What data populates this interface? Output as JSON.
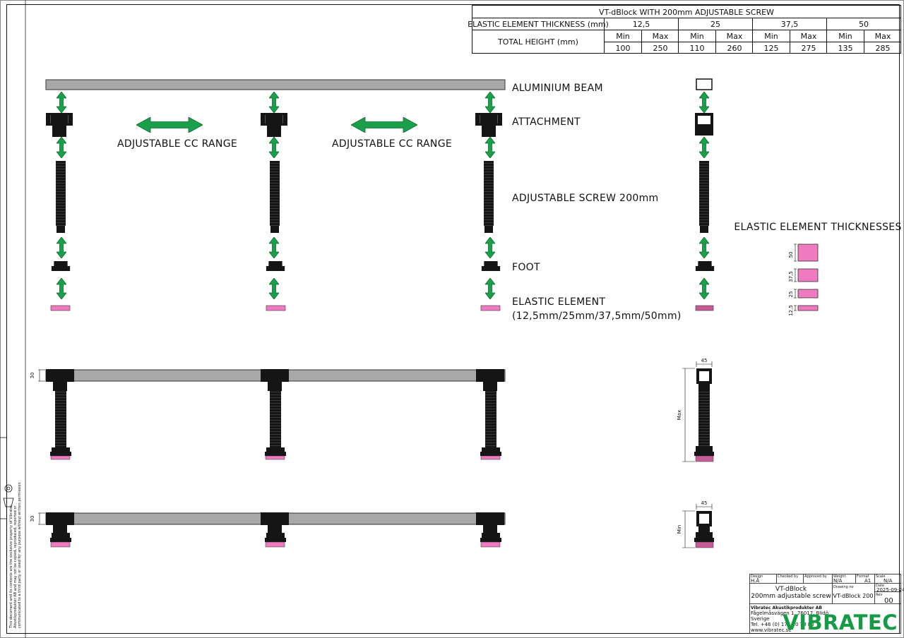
{
  "table": {
    "title": "VT-dBlock WITH 200mm ADJUSTABLE SCREW",
    "row1_label": "ELASTIC ELEMENT THICKNESS (mm)",
    "row2_label": "TOTAL HEIGHT (mm)",
    "min_label": "Min",
    "max_label": "Max",
    "columns": [
      {
        "thickness": "12,5",
        "min": "100",
        "max": "250"
      },
      {
        "thickness": "25",
        "min": "110",
        "max": "260"
      },
      {
        "thickness": "37,5",
        "min": "125",
        "max": "275"
      },
      {
        "thickness": "50",
        "min": "135",
        "max": "285"
      }
    ]
  },
  "labels": {
    "beam": "ALUMINIUM BEAM",
    "attachment": "ATTACHMENT",
    "cc_range": "ADJUSTABLE CC RANGE",
    "screw": "ADJUSTABLE SCREW 200mm",
    "foot": "FOOT",
    "elastic": "ELASTIC ELEMENT",
    "elastic_sizes": "(12,5mm/25mm/37,5mm/50mm)",
    "thicknesses_title": "ELASTIC ELEMENT THICKNESSES"
  },
  "thickness_samples": [
    "50",
    "37,5",
    "25",
    "12,5"
  ],
  "dims": {
    "beam_height": "30",
    "width_45": "45",
    "max": "Max",
    "min": "Min"
  },
  "title_block": {
    "design_label": "Design",
    "design_value": "H.Å",
    "checked_label": "Checked by",
    "approved_label": "Approved by",
    "weight_label": "Weight",
    "weight_value": "N/A",
    "format_label": "Format",
    "format_value": "A1",
    "scale_label": "Scale",
    "scale_value": "N/A",
    "title_line1": "VT-dBlock",
    "title_line2": "200mm adjustable screw",
    "drawing_label": "Drawing no",
    "drawing_value": "VT-dBlock 200",
    "date_label": "Date",
    "date_value": "2025-09-24",
    "rev_label": "Rev",
    "rev_value": "00",
    "company": "Vibratec Akustikprodukter AB",
    "address1": "Fågelmåsvägen 1, 76017, Blidö",
    "address2": "Sverige",
    "phone": "Tel. +46 (0) 176 20 78 80",
    "web": "www.vibratec.se",
    "logo": "VIBRATEC"
  },
  "side_note": {
    "line1": "This document and its contents are the exclusive property of Vibratec",
    "line2": "Akustikprodukter AB and may not be copied, reproduced, reported or",
    "line3": "communicated to a third party or used for any purpose without written permission"
  },
  "colors": {
    "arrow_green": "#1aa04a",
    "arrow_edge": "#0f6b2f",
    "elastic_pink": "#f07ac0",
    "beam_gray": "#a8a8a8",
    "part_black": "#151515"
  }
}
